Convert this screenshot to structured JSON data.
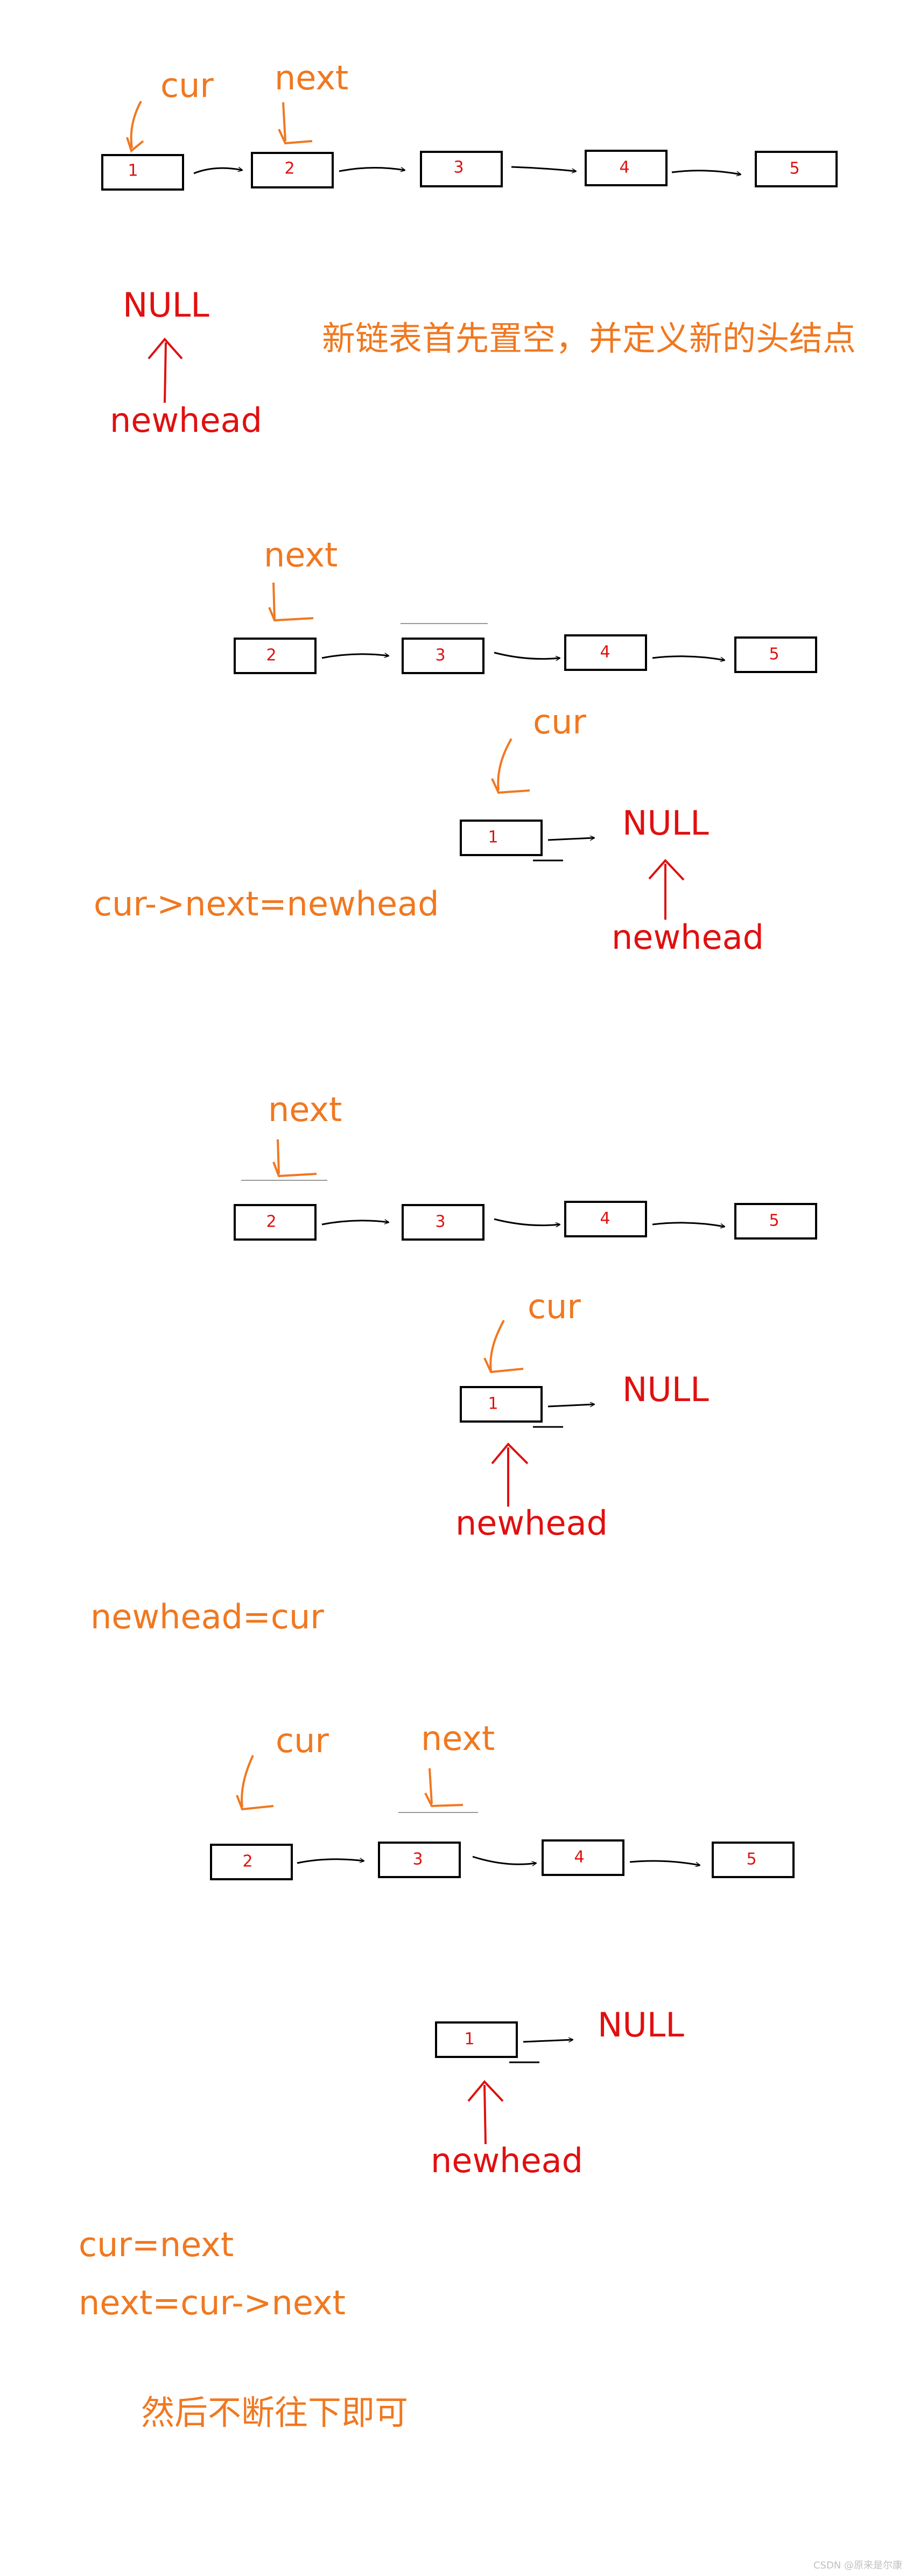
{
  "labels": {
    "cur": "cur",
    "next": "next",
    "null": "NULL",
    "newhead": "newhead"
  },
  "nodes": [
    "1",
    "2",
    "3",
    "4",
    "5"
  ],
  "captions": {
    "step1": "新链表首先置空，并定义新的头结点",
    "step2": "cur->next=newhead",
    "step3": "newhead=cur",
    "step4_line1": "cur=next",
    "step4_line2": "next=cur->next",
    "final": "然后不断往下即可"
  },
  "watermark": "CSDN @原来是尔康",
  "colors": {
    "label_orange": "#f07820",
    "label_red": "#e01010",
    "node_stroke": "#000000",
    "arrow": "#000000"
  }
}
